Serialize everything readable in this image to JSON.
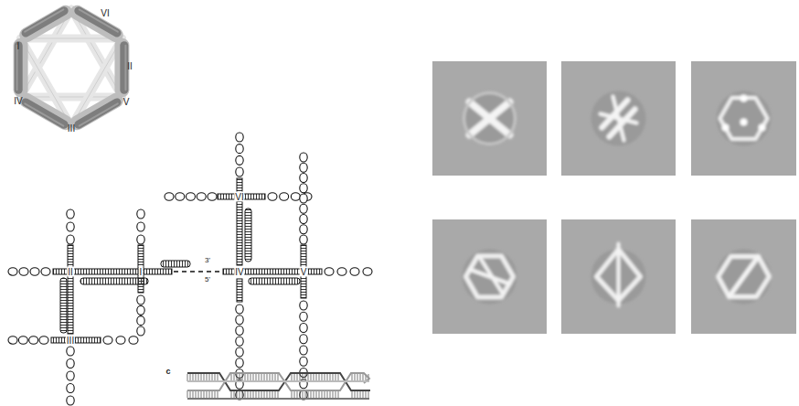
{
  "diagram": {
    "labels": [
      "VI",
      "I",
      "II",
      "IV",
      "V",
      "III",
      "II",
      "I",
      "VI",
      "IV",
      "V",
      "III",
      "3'",
      "5'",
      "c"
    ]
  }
}
